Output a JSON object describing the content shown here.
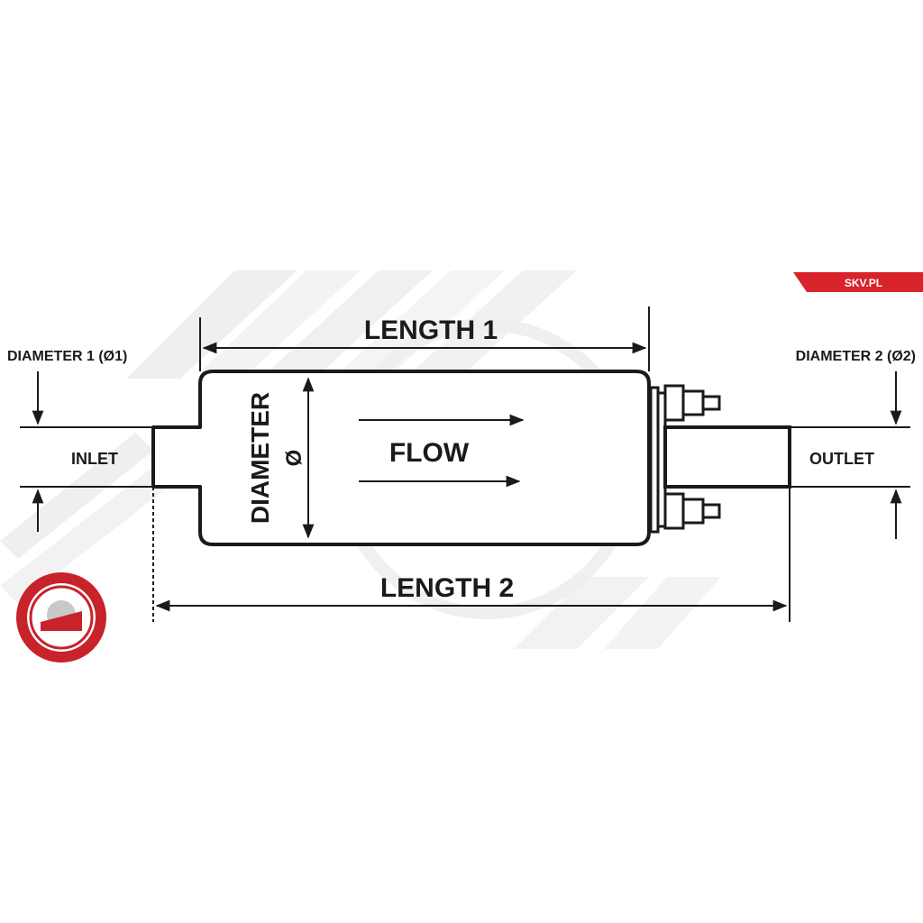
{
  "brand": {
    "badge_text": "SKV.PL",
    "badge_color": "#d8232a",
    "seal_color": "#c8232a"
  },
  "labels": {
    "length1": "LENGTH 1",
    "length2": "LENGTH 2",
    "diameter1": "DIAMETER 1 (Ø1)",
    "diameter2": "DIAMETER 2 (Ø2)",
    "diameter_body_word": "DIAMETER",
    "diameter_body_symbol": "Ø",
    "flow": "FLOW",
    "inlet": "INLET",
    "outlet": "OUTLET"
  },
  "colors": {
    "ink": "#1a1a1a",
    "watermark": "#ececec"
  }
}
